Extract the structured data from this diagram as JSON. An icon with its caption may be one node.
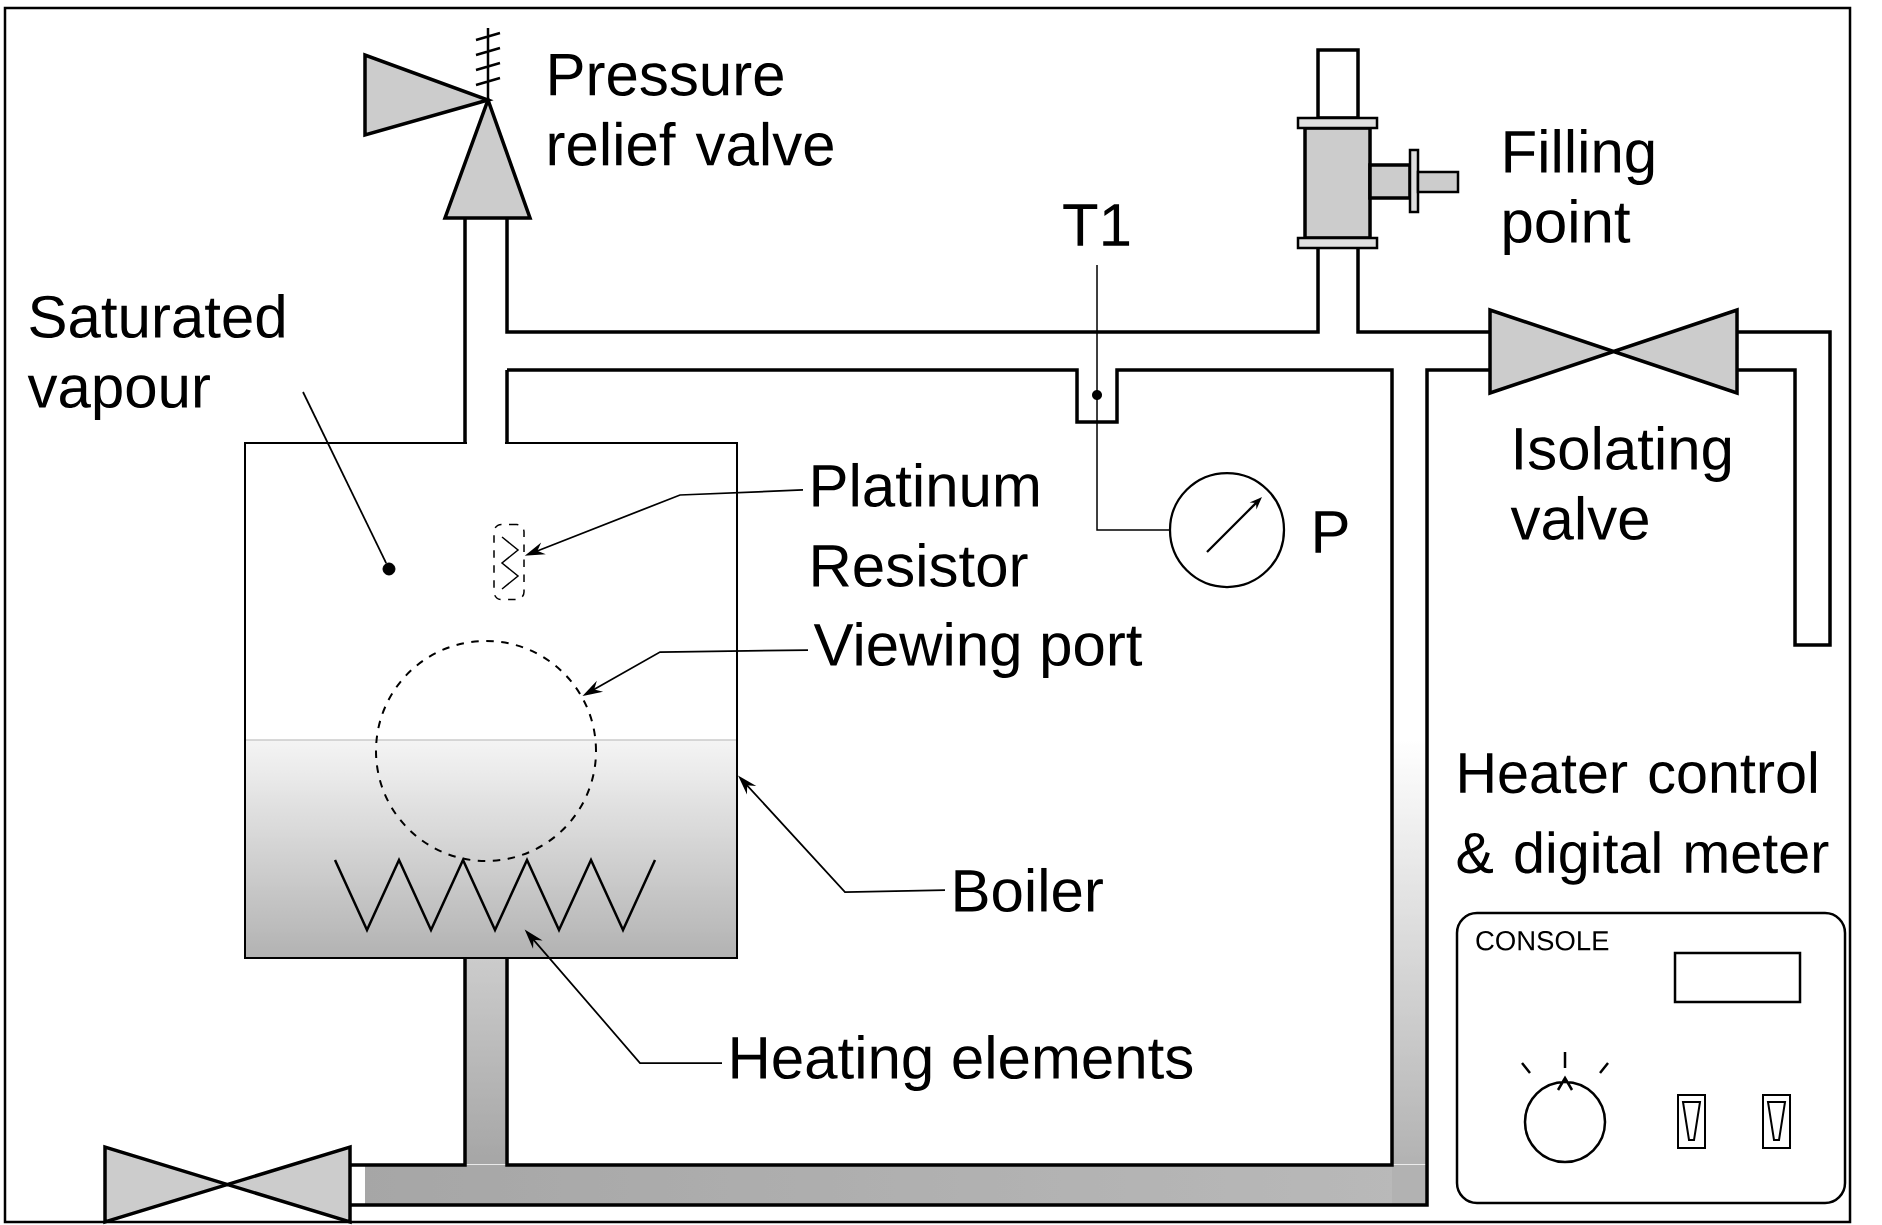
{
  "diagram": {
    "nodes": [
      {
        "text": [],
        "shape": "box"
      },
      {
        "text": [
          "Saturated vapour"
        ]
      },
      {
        "text": [],
        "shape": "circle",
        "in": 0
      },
      {
        "text": [
          "Platinum Resistor"
        ]
      },
      {
        "text": [],
        "shape": "box",
        "in": 0
      },
      {
        "text": [
          "Viewing port"
        ]
      },
      {
        "text": [],
        "shape": "circle",
        "in": 0
      },
      {
        "text": [
          "Boiler"
        ]
      },
      {
        "text": [
          "Heating elements"
        ]
      },
      {
        "text": [],
        "shape": "coil",
        "in": 0
      },
      {
        "text": [
          "CONSOLE"
        ],
        "beside": [
          "Heater control & digital meter"
        ]
      }
    ],
    "edges": [
      {
        "from": 1,
        "to": 2,
        "arrow": "none"
      },
      {
        "from": 3,
        "to": 4,
        "arrow": "to"
      },
      {
        "from": 5,
        "to": 6,
        "arrow": "to"
      },
      {
        "from": 7,
        "to": 0,
        "arrow": "to"
      },
      {
        "from": 8,
        "to": 9,
        "arrow": "to"
      }
    ],
    "labels": [
      "Pressure relief valve",
      "T1",
      "Filling point",
      "Isolating valve",
      "P"
    ]
  }
}
